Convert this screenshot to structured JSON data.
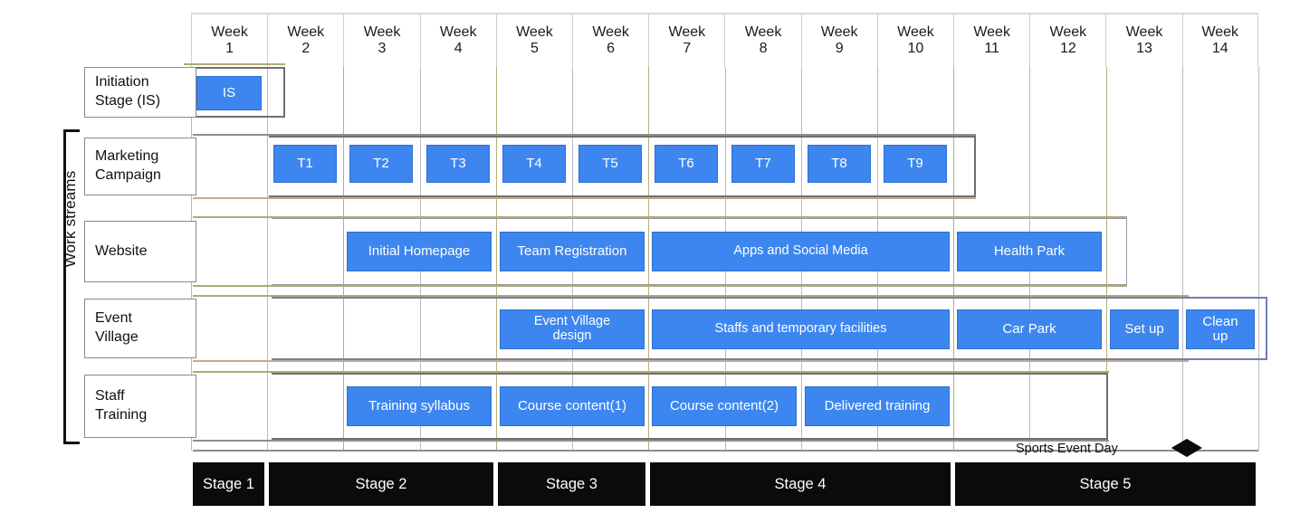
{
  "axis": {
    "week_prefix": "Week",
    "weeks": [
      "1",
      "2",
      "3",
      "4",
      "5",
      "6",
      "7",
      "8",
      "9",
      "10",
      "11",
      "12",
      "13",
      "14"
    ]
  },
  "side_label": "Work streams",
  "rows": [
    {
      "id": "initiation",
      "label": "Initiation\nStage (IS)"
    },
    {
      "id": "marketing",
      "label": "Marketing\nCampaign"
    },
    {
      "id": "website",
      "label": "Website"
    },
    {
      "id": "event",
      "label": "Event\nVillage"
    },
    {
      "id": "training",
      "label": "Staff\nTraining"
    }
  ],
  "tasks": {
    "initiation": [
      {
        "label": "IS",
        "start": 1,
        "span": 1
      }
    ],
    "marketing": [
      {
        "label": "T1",
        "start": 2,
        "span": 1
      },
      {
        "label": "T2",
        "start": 3,
        "span": 1
      },
      {
        "label": "T3",
        "start": 4,
        "span": 1
      },
      {
        "label": "T4",
        "start": 5,
        "span": 1
      },
      {
        "label": "T5",
        "start": 6,
        "span": 1
      },
      {
        "label": "T6",
        "start": 7,
        "span": 1
      },
      {
        "label": "T7",
        "start": 8,
        "span": 1
      },
      {
        "label": "T8",
        "start": 9,
        "span": 1
      },
      {
        "label": "T9",
        "start": 10,
        "span": 1
      }
    ],
    "website": [
      {
        "label": "Initial Homepage",
        "start": 3,
        "span": 2
      },
      {
        "label": "Team Registration",
        "start": 5,
        "span": 2
      },
      {
        "label": "Apps and Social Media",
        "start": 7,
        "span": 4
      },
      {
        "label": "Health Park",
        "start": 11,
        "span": 2
      }
    ],
    "event": [
      {
        "label": "Event Village\ndesign",
        "start": 5,
        "span": 2
      },
      {
        "label": "Staffs and temporary facilities",
        "start": 7,
        "span": 4
      },
      {
        "label": "Car Park",
        "start": 11,
        "span": 2
      },
      {
        "label": "Set up",
        "start": 13,
        "span": 1
      },
      {
        "label": "Clean\nup",
        "start": 14,
        "span": 1
      }
    ],
    "training": [
      {
        "label": "Training syllabus",
        "start": 3,
        "span": 2
      },
      {
        "label": "Course content(1)",
        "start": 5,
        "span": 2
      },
      {
        "label": "Course content(2)",
        "start": 7,
        "span": 2
      },
      {
        "label": "Delivered training",
        "start": 9,
        "span": 2
      }
    ]
  },
  "stages": [
    {
      "label": "Stage 1",
      "start": 1,
      "span": 1
    },
    {
      "label": "Stage 2",
      "start": 2,
      "span": 3
    },
    {
      "label": "Stage 3",
      "start": 5,
      "span": 2
    },
    {
      "label": "Stage 4",
      "start": 7,
      "span": 4
    },
    {
      "label": "Stage 5",
      "start": 11,
      "span": 4
    }
  ],
  "milestone": {
    "label": "Sports Event Day",
    "icon": "diamond-milestone-icon"
  },
  "colors": {
    "bar_fill": "#3d86ef",
    "bar_stroke": "#2f6fd0",
    "stage_fill": "#0b0b0b",
    "rail_olive": "#b0aa74",
    "grid": "#b9b9c6"
  }
}
